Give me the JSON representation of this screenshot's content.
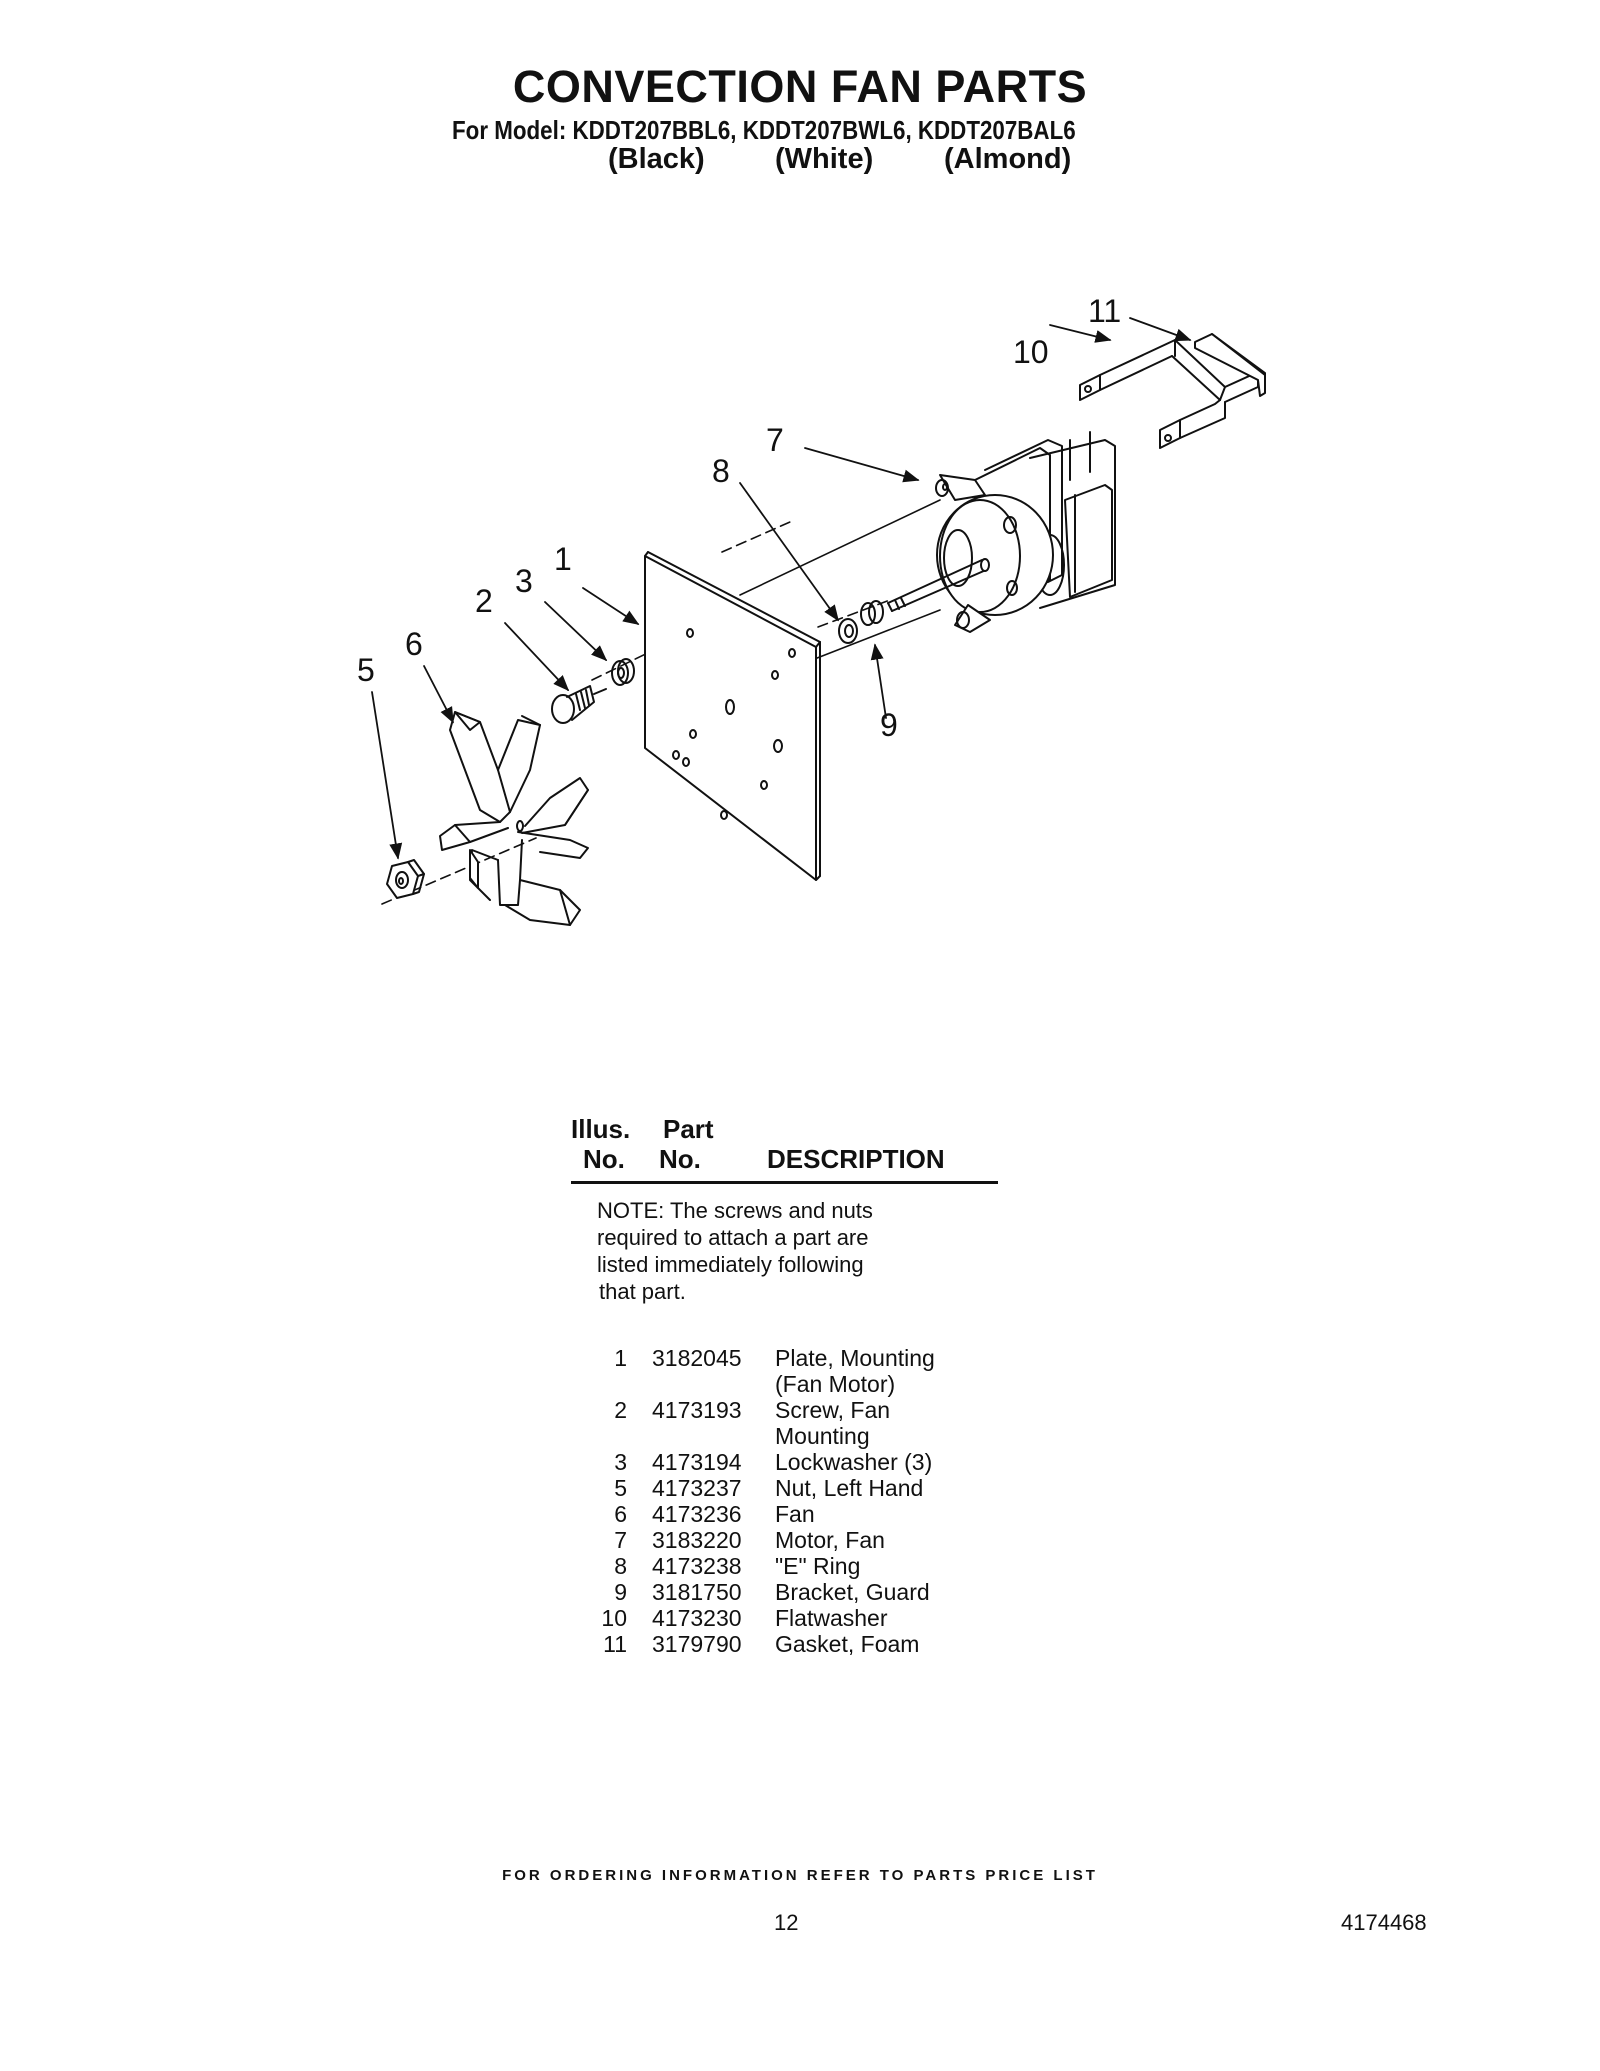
{
  "header": {
    "title": "CONVECTION FAN PARTS",
    "subtitle": "For Model: KDDT207BBL6, KDDT207BWL6, KDDT207BAL6",
    "colors": [
      "(Black)",
      "(White)",
      "(Almond)"
    ]
  },
  "diagram": {
    "callouts": [
      "1",
      "2",
      "3",
      "5",
      "6",
      "7",
      "8",
      "9",
      "10",
      "11"
    ]
  },
  "table": {
    "header_illus_1": "Illus.",
    "header_illus_2": "No.",
    "header_part_1": "Part",
    "header_part_2": "No.",
    "header_description": "DESCRIPTION",
    "note_lines": [
      "NOTE: The screws and nuts",
      "required to attach a part are",
      "listed immediately following",
      "that part."
    ],
    "rows": [
      {
        "illus": "1",
        "part": "3182045",
        "description": "Plate, Mounting"
      },
      {
        "illus": "",
        "part": "",
        "description": "(Fan Motor)"
      },
      {
        "illus": "2",
        "part": "4173193",
        "description": "Screw, Fan"
      },
      {
        "illus": "",
        "part": "",
        "description": "Mounting"
      },
      {
        "illus": "3",
        "part": "4173194",
        "description": "Lockwasher (3)"
      },
      {
        "illus": "5",
        "part": "4173237",
        "description": "Nut, Left Hand"
      },
      {
        "illus": "6",
        "part": "4173236",
        "description": "Fan"
      },
      {
        "illus": "7",
        "part": "3183220",
        "description": "Motor, Fan"
      },
      {
        "illus": "8",
        "part": "4173238",
        "description": "\"E\" Ring"
      },
      {
        "illus": "9",
        "part": "3181750",
        "description": "Bracket, Guard"
      },
      {
        "illus": "10",
        "part": "4173230",
        "description": "Flatwasher"
      },
      {
        "illus": "11",
        "part": "3179790",
        "description": "Gasket, Foam"
      }
    ]
  },
  "footer": {
    "ordering_info": "FOR ORDERING INFORMATION REFER TO PARTS PRICE LIST",
    "page_number": "12",
    "document_number": "4174468"
  }
}
